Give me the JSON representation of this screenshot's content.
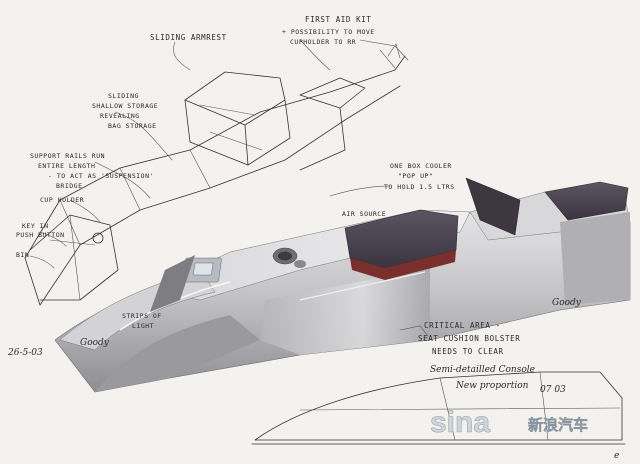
{
  "annotations": {
    "sliding_armrest": "SLIDING ARMREST",
    "first_aid_line1": "FIRST AID KIT",
    "first_aid_line2": "+ POSSIBILITY TO MOVE",
    "first_aid_line3": "CUPHOLDER TO RR",
    "storage_line1": "SLIDING",
    "storage_line2": "SHALLOW STORAGE",
    "storage_line3": "REVEALING",
    "storage_line4": "BAG STORAGE",
    "support_line1": "SUPPORT RAILS RUN",
    "support_line2": "ENTIRE LENGTH",
    "support_line3": "- TO ACT AS 'SUSPENSION'",
    "support_line4": "BRIDGE",
    "cup_holder": "CUP HOLDER",
    "key_line1": "KEY IN",
    "key_line2": "PUSH BUTTON",
    "bin": "BIN",
    "cooler_line1": "ONE BOX COOLER",
    "cooler_line2": "\"POP UP\"",
    "cooler_line3": "TO HOLD 1.5 LTRS",
    "air_source": "AIR SOURCE",
    "strips_line1": "STRIPS OF",
    "strips_line2": "LIGHT",
    "critical_line1": "CRITICAL AREA -",
    "critical_line2": "SEAT CUSHION BOLSTER",
    "critical_line3": "NEEDS TO CLEAR",
    "semi_detailed": "Semi-detailled Console",
    "new_proportion": "New proportion",
    "date_right": "07 03",
    "date_left": "26-5-03",
    "signature_left": "Goody",
    "signature_right": "Goody",
    "corner_mark": "e"
  },
  "watermark": {
    "latin": "sina",
    "chinese": "新浪汽车"
  },
  "colors": {
    "paper": "#f4f2ee",
    "ink": "#2a2a2a",
    "console_body": "#c9c9cb",
    "lid": "#4a4550",
    "accent_red": "#8a3a38",
    "watermark": "#cfd3da"
  }
}
